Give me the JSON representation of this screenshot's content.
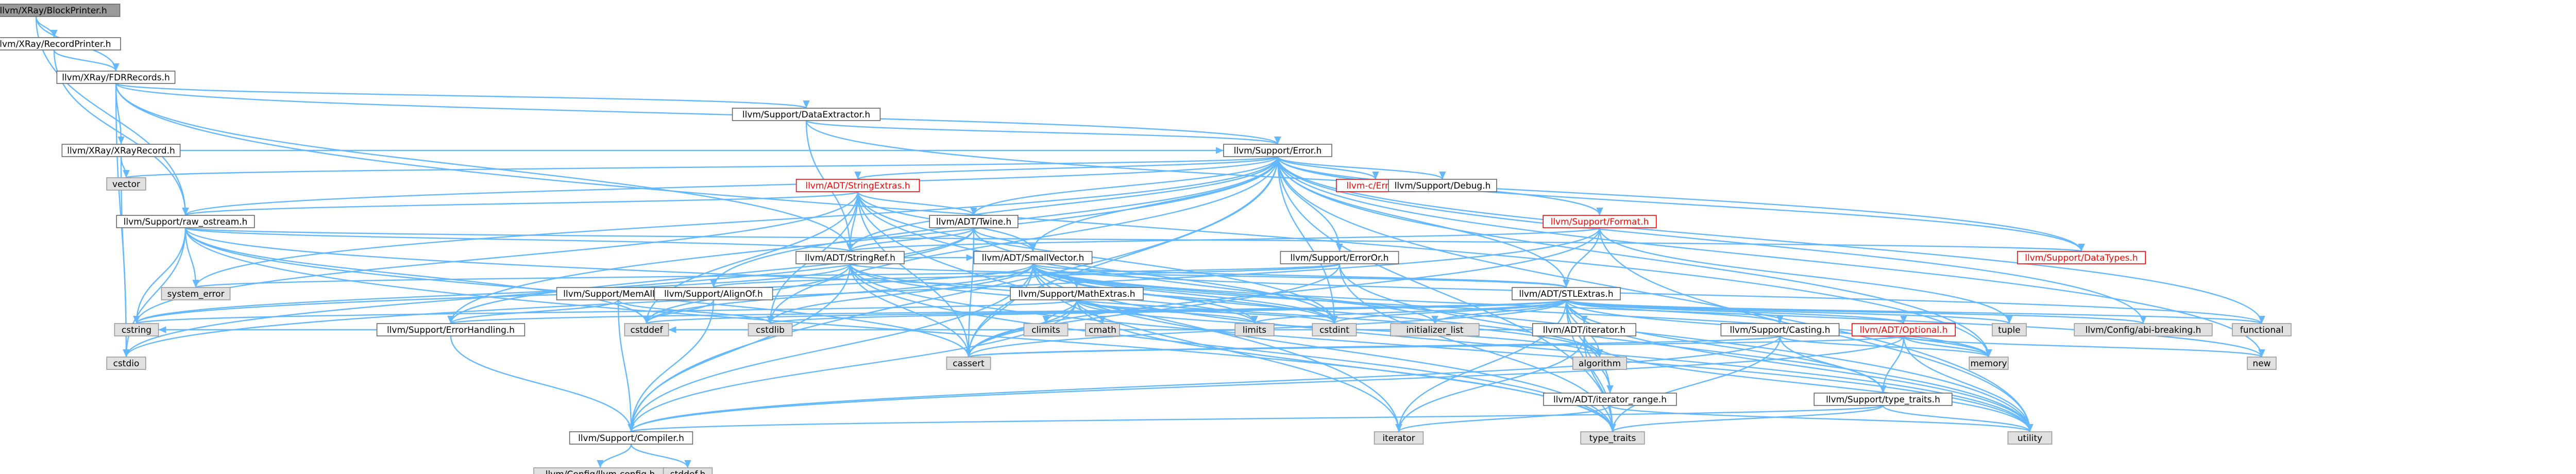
{
  "graph": {
    "title": "include/llvm/XRay/BlockPrinter.h",
    "colors": {
      "edge": "#63b8ff",
      "root_fill": "#9a9a9a",
      "header_border": "#666666",
      "system_fill": "#e0e0e0",
      "incomplete_border": "#ff0000"
    },
    "nodes": [
      {
        "id": "root",
        "label": "include/llvm/XRay/BlockPrinter.h",
        "kind": "root"
      },
      {
        "id": "recordprinter",
        "label": "llvm/XRay/RecordPrinter.h",
        "kind": "header"
      },
      {
        "id": "fdrrecords",
        "label": "llvm/XRay/FDRRecords.h",
        "kind": "header"
      },
      {
        "id": "xrayrecord",
        "label": "llvm/XRay/XRayRecord.h",
        "kind": "header"
      },
      {
        "id": "dataextractor",
        "label": "llvm/Support/DataExtractor.h",
        "kind": "header"
      },
      {
        "id": "error",
        "label": "llvm/Support/Error.h",
        "kind": "header"
      },
      {
        "id": "vector",
        "label": "vector",
        "kind": "system"
      },
      {
        "id": "stringextras",
        "label": "llvm/ADT/StringExtras.h",
        "kind": "incomplete"
      },
      {
        "id": "rawostream",
        "label": "llvm/Support/raw_ostream.h",
        "kind": "header"
      },
      {
        "id": "twine",
        "label": "llvm/ADT/Twine.h",
        "kind": "header"
      },
      {
        "id": "cerror",
        "label": "llvm-c/Error.h",
        "kind": "incomplete"
      },
      {
        "id": "debug",
        "label": "llvm/Support/Debug.h",
        "kind": "header"
      },
      {
        "id": "format",
        "label": "llvm/Support/Format.h",
        "kind": "incomplete"
      },
      {
        "id": "datatypes",
        "label": "llvm/Support/DataTypes.h",
        "kind": "incomplete"
      },
      {
        "id": "stringref",
        "label": "llvm/ADT/StringRef.h",
        "kind": "header"
      },
      {
        "id": "smallvector",
        "label": "llvm/ADT/SmallVector.h",
        "kind": "header"
      },
      {
        "id": "erroror",
        "label": "llvm/Support/ErrorOr.h",
        "kind": "header"
      },
      {
        "id": "stlextras",
        "label": "llvm/ADT/STLExtras.h",
        "kind": "header"
      },
      {
        "id": "systemerror",
        "label": "system_error",
        "kind": "system"
      },
      {
        "id": "memalloc",
        "label": "llvm/Support/MemAlloc.h",
        "kind": "header"
      },
      {
        "id": "alignof",
        "label": "llvm/Support/AlignOf.h",
        "kind": "header"
      },
      {
        "id": "mathextras",
        "label": "llvm/Support/MathExtras.h",
        "kind": "header"
      },
      {
        "id": "cstring",
        "label": "cstring",
        "kind": "system"
      },
      {
        "id": "errorhandling",
        "label": "llvm/Support/ErrorHandling.h",
        "kind": "header"
      },
      {
        "id": "cstddef",
        "label": "cstddef",
        "kind": "system"
      },
      {
        "id": "cstdlib",
        "label": "cstdlib",
        "kind": "system"
      },
      {
        "id": "climits",
        "label": "climits",
        "kind": "system"
      },
      {
        "id": "cmath",
        "label": "cmath",
        "kind": "system"
      },
      {
        "id": "limits",
        "label": "limits",
        "kind": "system"
      },
      {
        "id": "cstdint",
        "label": "cstdint",
        "kind": "system"
      },
      {
        "id": "initlist",
        "label": "initializer_list",
        "kind": "system"
      },
      {
        "id": "adtiterator",
        "label": "llvm/ADT/iterator.h",
        "kind": "header"
      },
      {
        "id": "casting",
        "label": "llvm/Support/Casting.h",
        "kind": "header"
      },
      {
        "id": "optional",
        "label": "llvm/ADT/Optional.h",
        "kind": "incomplete"
      },
      {
        "id": "tuple",
        "label": "tuple",
        "kind": "system"
      },
      {
        "id": "abibreaking",
        "label": "llvm/Config/abi-breaking.h",
        "kind": "system"
      },
      {
        "id": "functional",
        "label": "functional",
        "kind": "system"
      },
      {
        "id": "new",
        "label": "new",
        "kind": "system"
      },
      {
        "id": "memory",
        "label": "memory",
        "kind": "system"
      },
      {
        "id": "cstdio",
        "label": "cstdio",
        "kind": "system"
      },
      {
        "id": "cassert",
        "label": "cassert",
        "kind": "system"
      },
      {
        "id": "algorithm",
        "label": "algorithm",
        "kind": "system"
      },
      {
        "id": "iteratorrange",
        "label": "llvm/ADT/iterator_range.h",
        "kind": "header"
      },
      {
        "id": "typetraits",
        "label": "llvm/Support/type_traits.h",
        "kind": "header"
      },
      {
        "id": "compiler",
        "label": "llvm/Support/Compiler.h",
        "kind": "header"
      },
      {
        "id": "iterator",
        "label": "iterator",
        "kind": "system"
      },
      {
        "id": "type_traits",
        "label": "type_traits",
        "kind": "system"
      },
      {
        "id": "utility",
        "label": "utility",
        "kind": "system"
      },
      {
        "id": "llvmconfig",
        "label": "llvm/Config/llvm-config.h",
        "kind": "system"
      },
      {
        "id": "stddef",
        "label": "stddef.h",
        "kind": "system"
      }
    ]
  }
}
